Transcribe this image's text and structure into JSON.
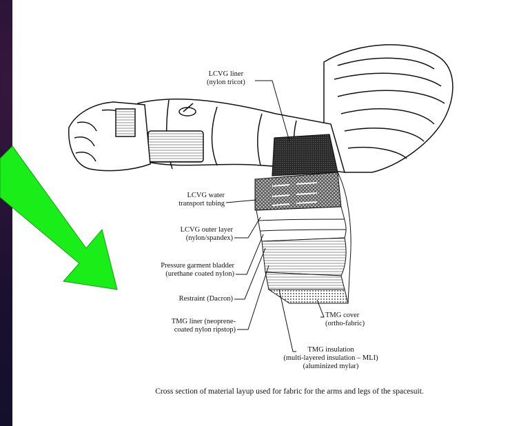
{
  "labels": {
    "lcvg_liner_title": "LCVG liner",
    "lcvg_liner_sub": "(nylon tricot)",
    "lcvg_water_title": "LCVG water",
    "lcvg_water_sub": "transport tubing",
    "lcvg_outer_title": "LCVG outer layer",
    "lcvg_outer_sub": "(nylon/spandex)",
    "bladder_title": "Pressure garment bladder",
    "bladder_sub": "(urethane coated nylon)",
    "restraint": "Restraint (Dacron)",
    "tmg_liner_title": "TMG liner (neoprene-",
    "tmg_liner_sub": "coated nylon ripstop)",
    "tmg_cover_title": "TMG cover",
    "tmg_cover_sub": "(ortho-fabric)",
    "tmg_insulation_title": "TMG insulation",
    "tmg_insulation_sub1": "(multi-layered insulation – MLI)",
    "tmg_insulation_sub2": "(aluminized mylar)"
  },
  "caption": "Cross section of material layup used for fabric for the arms and legs of the spacesuit.",
  "colors": {
    "arrow": "#19ee19",
    "background": "#1a1030",
    "paper": "#ffffff"
  }
}
